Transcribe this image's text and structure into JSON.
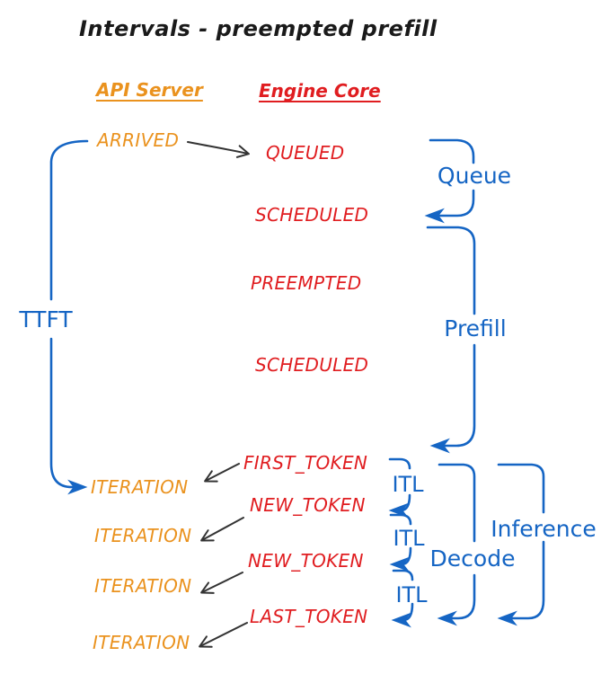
{
  "title": "Intervals - preempted prefill",
  "columns": {
    "api_server": "API Server",
    "engine_core": "Engine Core"
  },
  "api_events": [
    "ARRIVED",
    "ITERATION",
    "ITERATION",
    "ITERATION",
    "ITERATION"
  ],
  "engine_events": [
    "QUEUED",
    "SCHEDULED",
    "PREEMPTED",
    "SCHEDULED",
    "FIRST_TOKEN",
    "NEW_TOKEN",
    "NEW_TOKEN",
    "LAST_TOKEN"
  ],
  "intervals": {
    "ttft": "TTFT",
    "queue": "Queue",
    "prefill": "Prefill",
    "itl": [
      "ITL",
      "ITL",
      "ITL"
    ],
    "decode": "Decode",
    "inference": "Inference"
  },
  "colors": {
    "title": "#1a1a1a",
    "api_server": "#EA921E",
    "engine_core": "#E01D20",
    "interval": "#1565C4",
    "arrow": "#333333"
  }
}
